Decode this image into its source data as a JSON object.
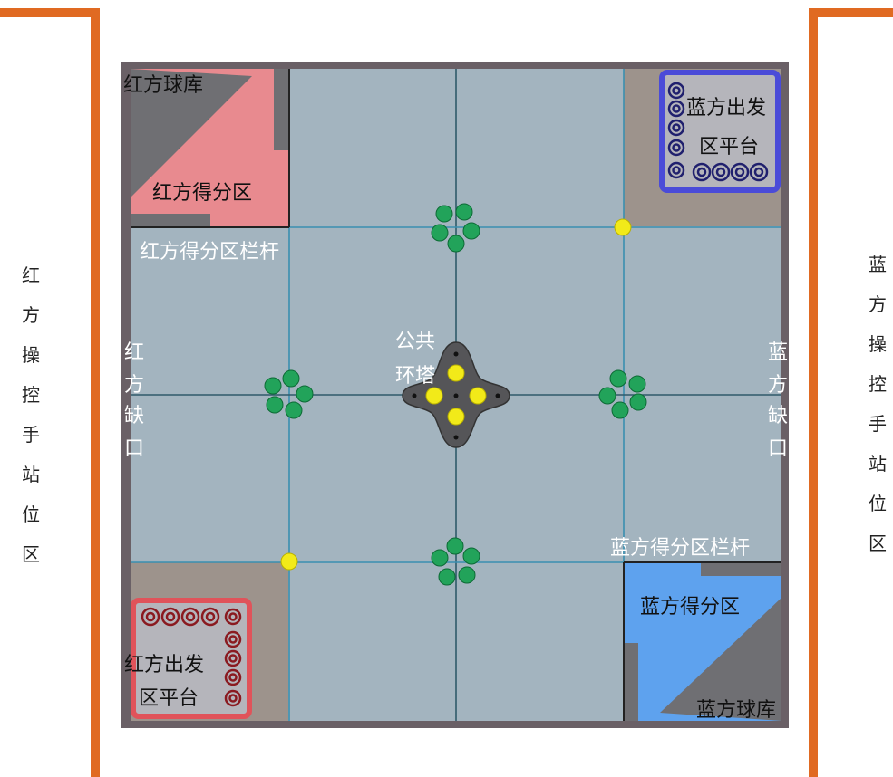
{
  "side_labels": {
    "left": "红方操控手站位区",
    "right": "蓝方操控手站位区"
  },
  "zones": {
    "red_ball_storage": "红方球库",
    "red_score_zone": "红方得分区",
    "red_score_bar": "红方得分区栏杆",
    "red_gap_1": "红方",
    "red_gap_2": "缺口",
    "red_start_1": "红方出发",
    "red_start_2": "区平台",
    "blue_start_1": "蓝方出发",
    "blue_start_2": "区平台",
    "blue_gap_1": "蓝方",
    "blue_gap_2": "缺口",
    "blue_score_bar": "蓝方得分区栏杆",
    "blue_score_zone": "蓝方得分区",
    "blue_ball_storage": "蓝方球库",
    "tower_1": "公共",
    "tower_2": "环塔"
  },
  "colors": {
    "bracket": "#e06a22",
    "field": "#a3b4bf",
    "grid_line": "#3a8fb0",
    "red_score": "#e88a8f",
    "blue_score": "#5ea2ee",
    "storage": "#6f6f73",
    "brown_corner": "#9d938c",
    "red_platform": "#e0535a",
    "blue_platform": "#4a4bd8",
    "ball_green": "#22a35a",
    "ball_yellow": "#f2ea19",
    "tower": "#555558"
  }
}
